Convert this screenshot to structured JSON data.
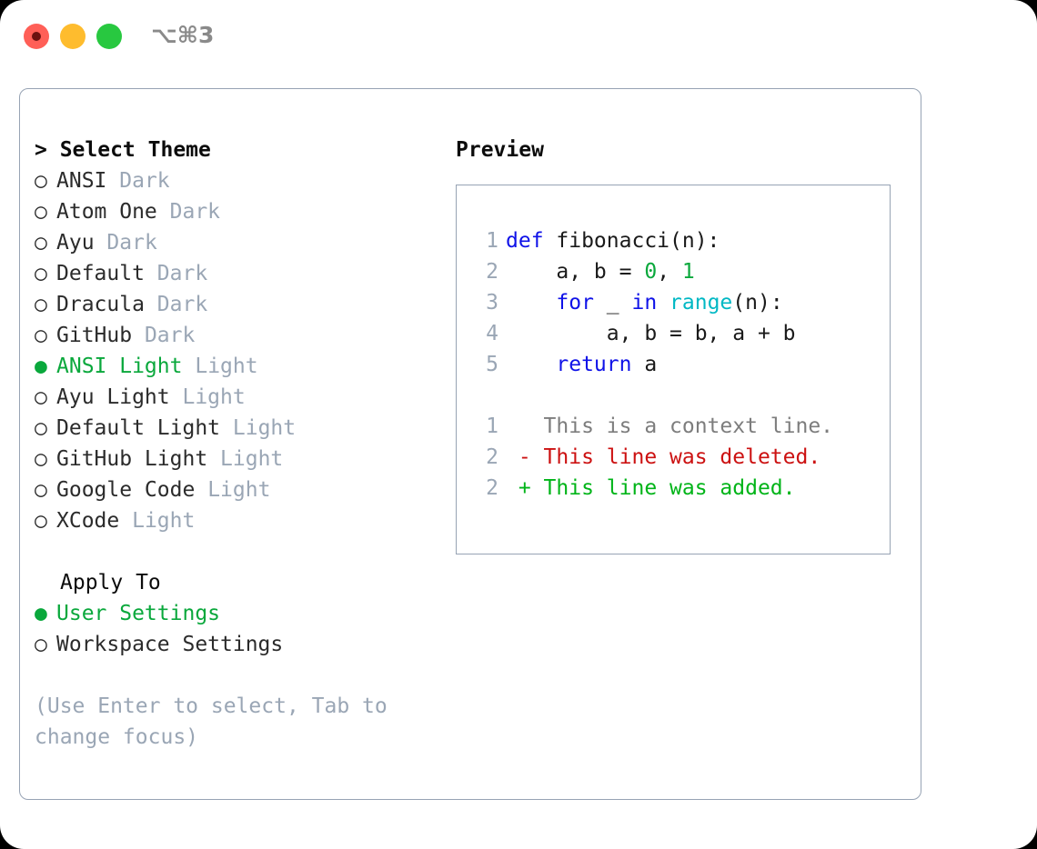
{
  "titlebar": {
    "shortcut_label": "⌥⌘3",
    "traffic_lights": [
      "close-red",
      "minimize-amber",
      "zoom-green"
    ]
  },
  "left_panel": {
    "header": "> Select Theme",
    "themes": [
      {
        "marker": "○",
        "name": "ANSI",
        "kind": "Dark",
        "selected": false
      },
      {
        "marker": "○",
        "name": "Atom One",
        "kind": "Dark",
        "selected": false
      },
      {
        "marker": "○",
        "name": "Ayu",
        "kind": "Dark",
        "selected": false
      },
      {
        "marker": "○",
        "name": "Default",
        "kind": "Dark",
        "selected": false
      },
      {
        "marker": "○",
        "name": "Dracula",
        "kind": "Dark",
        "selected": false
      },
      {
        "marker": "○",
        "name": "GitHub",
        "kind": "Dark",
        "selected": false
      },
      {
        "marker": "●",
        "name": "ANSI Light",
        "kind": "Light",
        "selected": true
      },
      {
        "marker": "○",
        "name": "Ayu Light",
        "kind": "Light",
        "selected": false
      },
      {
        "marker": "○",
        "name": "Default Light",
        "kind": "Light",
        "selected": false
      },
      {
        "marker": "○",
        "name": "GitHub Light",
        "kind": "Light",
        "selected": false
      },
      {
        "marker": "○",
        "name": "Google Code",
        "kind": "Light",
        "selected": false
      },
      {
        "marker": "○",
        "name": "XCode",
        "kind": "Light",
        "selected": false
      }
    ],
    "apply_to": {
      "label": "Apply To",
      "options": [
        {
          "marker": "●",
          "label": "User Settings",
          "selected": true
        },
        {
          "marker": "○",
          "label": "Workspace Settings",
          "selected": false
        }
      ]
    },
    "hint": "(Use Enter to select, Tab to change focus)"
  },
  "right_panel": {
    "header": "Preview",
    "code": {
      "lines": [
        {
          "number": "1",
          "tokens": [
            {
              "text": "def",
              "style": "kw"
            },
            {
              "text": " fibonacci(n):",
              "style": "plain"
            }
          ]
        },
        {
          "number": "2",
          "tokens": [
            {
              "text": "    a, b = ",
              "style": "plain"
            },
            {
              "text": "0",
              "style": "num"
            },
            {
              "text": ", ",
              "style": "plain"
            },
            {
              "text": "1",
              "style": "num"
            }
          ]
        },
        {
          "number": "3",
          "tokens": [
            {
              "text": "    ",
              "style": "plain"
            },
            {
              "text": "for",
              "style": "kw"
            },
            {
              "text": " _ ",
              "style": "plain"
            },
            {
              "text": "in",
              "style": "kw"
            },
            {
              "text": " ",
              "style": "plain"
            },
            {
              "text": "range",
              "style": "fn"
            },
            {
              "text": "(n):",
              "style": "plain"
            }
          ]
        },
        {
          "number": "4",
          "tokens": [
            {
              "text": "        a, b = b, a + b",
              "style": "plain"
            }
          ]
        },
        {
          "number": "5",
          "tokens": [
            {
              "text": "    ",
              "style": "plain"
            },
            {
              "text": "return",
              "style": "kw"
            },
            {
              "text": " a",
              "style": "plain"
            }
          ]
        }
      ]
    },
    "diff": {
      "lines": [
        {
          "number": "1",
          "sign": " ",
          "text": "This is a context line.",
          "style": "diff-ctx"
        },
        {
          "number": "2",
          "sign": "-",
          "text": "This line was deleted.",
          "style": "diff-del"
        },
        {
          "number": "2",
          "sign": "+",
          "text": "This line was added.",
          "style": "diff-add"
        }
      ]
    }
  },
  "colors": {
    "accent_green": "#0aa83c",
    "keyword_blue": "#0f12e8",
    "function_cyan": "#00b8c4",
    "number_green": "#0aa83c",
    "muted_gray": "#9aa6b5",
    "border_gray": "#97a3b4",
    "diff_add_green": "#00b418",
    "diff_del_red": "#cc1111",
    "diff_ctx_gray": "#7d7d7d",
    "traffic_red": "#ff5f57",
    "traffic_amber": "#febc2e",
    "traffic_green": "#28c840"
  }
}
